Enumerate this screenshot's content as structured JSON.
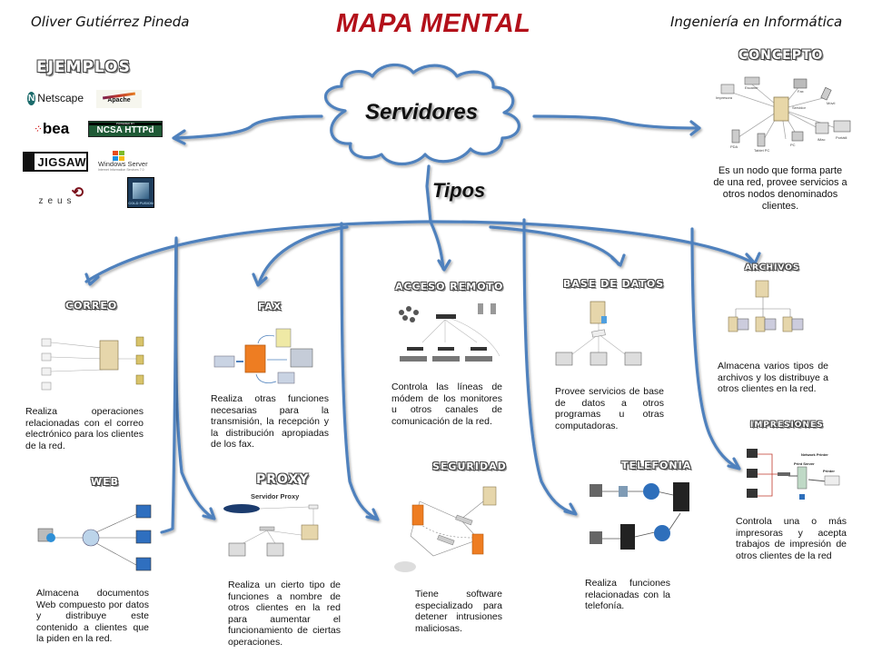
{
  "header": {
    "author": "Oliver Gutiérrez Pineda",
    "title": "MAPA MENTAL",
    "career": "Ingeniería en Informática"
  },
  "colors": {
    "title_red": "#b3101a",
    "connector_blue": "#4f81bd"
  },
  "center": {
    "label": "Servidores",
    "branch_label": "Tipos"
  },
  "examples": {
    "title": "Ejemplos",
    "logos": [
      {
        "name": "Netscape",
        "icon": "netscape-logo"
      },
      {
        "name": "Apache",
        "icon": "apache-logo"
      },
      {
        "name": "bea",
        "icon": "bea-logo"
      },
      {
        "name": "NCSA HTTPd",
        "icon": "ncsa-httpd-logo",
        "caption": "POWERED BY"
      },
      {
        "name": "JIGSAW",
        "icon": "jigsaw-logo"
      },
      {
        "name": "Windows Server",
        "icon": "windows-server-logo",
        "caption": "Internet Information Services 7.0"
      },
      {
        "name": "zeus",
        "icon": "zeus-logo"
      },
      {
        "name": "COLD FUSION",
        "icon": "coldfusion-logo"
      }
    ]
  },
  "concept": {
    "title": "Concepto",
    "diagram_labels": [
      "Impresora",
      "Escaner",
      "Fax",
      "Móvil",
      "Servidor",
      "PDA",
      "Tablet PC",
      "PC",
      "iMac",
      "Portátil"
    ],
    "text": "Es un nodo que forma parte de una red, provee servicios a otros nodos denominados clientes."
  },
  "types": [
    {
      "id": "correo",
      "title": "Correo",
      "text": "Realiza operaciones relacionadas con el correo electrónico para los clientes de la red."
    },
    {
      "id": "fax",
      "title": "Fax",
      "text": "Realiza otras funciones necesarias para la transmisión, la recepción y la distribución apropiadas de los fax."
    },
    {
      "id": "acceso-remoto",
      "title": "Acceso Remoto",
      "text": "Controla las líneas de módem de los monitores u otros canales de comunicación de la red."
    },
    {
      "id": "base-de-datos",
      "title": "Base de Datos",
      "text": "Provee servicios de base de datos a otros programas u otras computadoras."
    },
    {
      "id": "archivos",
      "title": "Archivos",
      "text": "Almacena varios tipos de archivos y los distribuye a otros clientes en la red."
    },
    {
      "id": "web",
      "title": "Web",
      "text": "Almacena documentos Web compuesto por datos y distribuye este contenido a clientes que la piden en la red."
    },
    {
      "id": "proxy",
      "title": "Proxy",
      "subtitle": "Servidor Proxy",
      "text": "Realiza un cierto tipo de funciones a nombre de otros clientes en la red para aumentar el funcionamiento de ciertas operaciones."
    },
    {
      "id": "seguridad",
      "title": "Seguridad",
      "text": "Tiene software especializado para detener intrusiones maliciosas."
    },
    {
      "id": "telefonia",
      "title": "Telefonia",
      "text": "Realiza funciones relacionadas con la telefonía."
    },
    {
      "id": "impresiones",
      "title": "Impresiones",
      "text": "Controla una o más impresoras y acepta trabajos de impresión de otros clientes de la red"
    }
  ]
}
